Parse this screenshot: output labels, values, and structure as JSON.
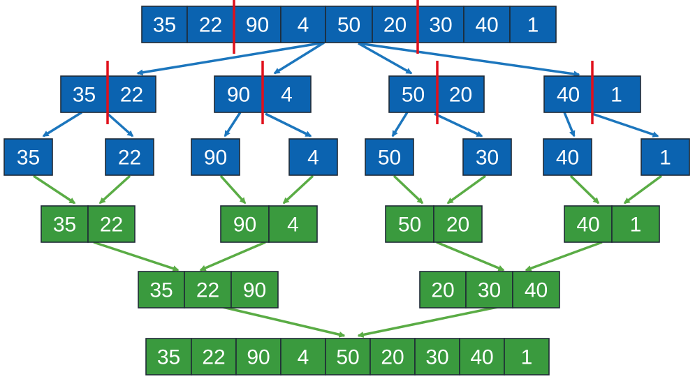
{
  "colors": {
    "split_box": "#0b63b0",
    "merge_box": "#3a9a3e",
    "split_arrow": "#1c76bd",
    "merge_arrow": "#5aac45",
    "divider": "#e0101b",
    "text": "#ffffff"
  },
  "split": {
    "root": [
      "35",
      "22",
      "90",
      "4",
      "50",
      "20",
      "30",
      "40",
      "1"
    ],
    "level1": [
      [
        "35",
        "22"
      ],
      [
        "90",
        "4"
      ],
      [
        "50",
        "20"
      ],
      [
        "40",
        "1"
      ]
    ],
    "level2": [
      [
        "35"
      ],
      [
        "22"
      ],
      [
        "90"
      ],
      [
        "4"
      ],
      [
        "50"
      ],
      [
        "30"
      ],
      [
        "40"
      ],
      [
        "1"
      ]
    ]
  },
  "merge": {
    "level1": [
      [
        "35",
        "22"
      ],
      [
        "90",
        "4"
      ],
      [
        "50",
        "20"
      ],
      [
        "40",
        "1"
      ]
    ],
    "level2": [
      [
        "35",
        "22",
        "90"
      ],
      [
        "20",
        "30",
        "40"
      ]
    ],
    "final": [
      "35",
      "22",
      "90",
      "4",
      "50",
      "20",
      "30",
      "40",
      "1"
    ]
  }
}
